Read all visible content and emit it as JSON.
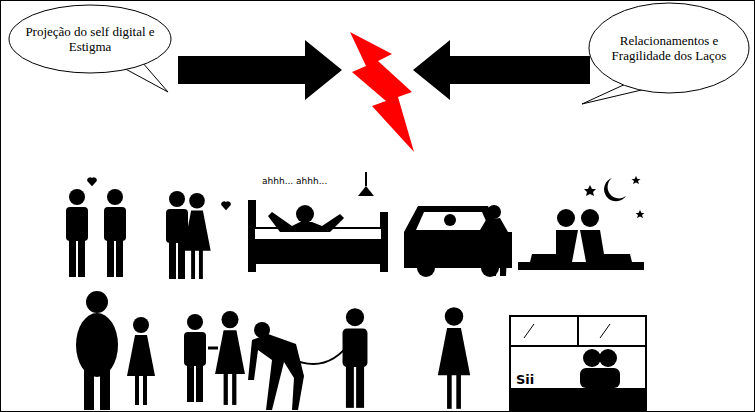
{
  "diagram": {
    "nodes": [
      {
        "text": [
          "Projeção do self digital e Estigma"
        ]
      },
      {
        "text": [
          "Relacionamentos e Fragilidade dos Laços"
        ]
      }
    ],
    "labels": [
      "ahhh... ahhh...",
      "Sii"
    ]
  }
}
